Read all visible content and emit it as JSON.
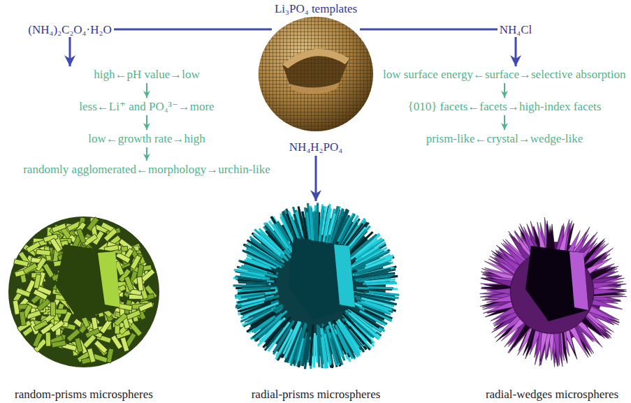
{
  "diagram": {
    "nodes": [
      {
        "text": [
          "Li₃PO₄ templates"
        ]
      },
      {
        "text": [
          "high←pH value→low"
        ]
      },
      {
        "text": [
          "less←Li⁺ and PO₄³⁻→more"
        ]
      },
      {
        "text": [
          "low←growth rate→high"
        ]
      },
      {
        "text": [
          "randomly agglomerated←morphology→urchin-like"
        ]
      },
      {
        "text": [
          "NH₄H₂PO₄"
        ]
      },
      {
        "text": [
          "low surface energy←surface→selective absorption"
        ]
      },
      {
        "text": [
          "{010} facets←facets→high-index facets"
        ]
      },
      {
        "text": [
          "prism-like←crystal→wedge-like"
        ]
      },
      {
        "text": [
          "random-prisms microspheres"
        ]
      },
      {
        "text": [
          "radial-prisms microspheres"
        ]
      },
      {
        "text": [
          "radial-wedges microspheres"
        ]
      }
    ],
    "edges": [
      {
        "from": 0,
        "to": 1,
        "arrow": "to",
        "label": "(NH₄)₂C₂O₄·H₂O"
      },
      {
        "from": 1,
        "to": 2,
        "arrow": "to"
      },
      {
        "from": 2,
        "to": 3,
        "arrow": "to"
      },
      {
        "from": 3,
        "to": 4,
        "arrow": "to"
      },
      {
        "from": 5,
        "to": 10,
        "arrow": "to"
      },
      {
        "from": 0,
        "to": 6,
        "arrow": "to",
        "label": "NH₄Cl"
      },
      {
        "from": 6,
        "to": 7,
        "arrow": "to"
      },
      {
        "from": 7,
        "to": 8,
        "arrow": "to"
      }
    ]
  }
}
